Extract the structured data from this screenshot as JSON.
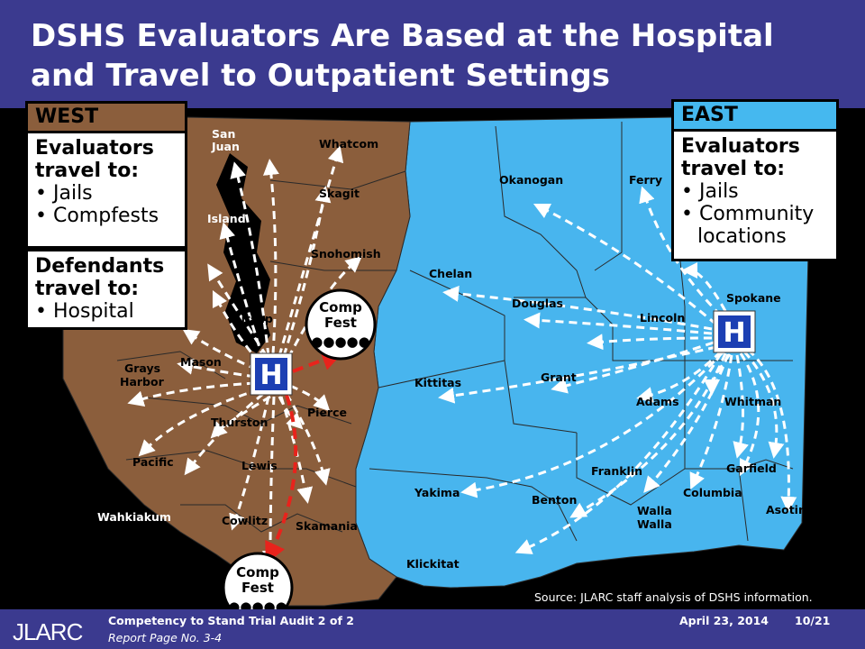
{
  "title": "DSHS Evaluators Are Based at the Hospital and Travel to Outpatient Settings",
  "west": {
    "label": "WEST",
    "heading": "Evaluators travel to:",
    "items": [
      "Jails",
      "Compfests"
    ],
    "defendants_heading": "Defendants travel to:",
    "defendants_items": [
      "Hospital"
    ],
    "color": "#8b5e3c"
  },
  "east": {
    "label": "EAST",
    "heading": "Evaluators travel to:",
    "items": [
      "Jails",
      "Community locations"
    ],
    "color": "#45b8ef"
  },
  "hospital_icon_letter": "H",
  "compfest_label_top": "Comp",
  "compfest_label_bottom": "Fest",
  "counties_west": [
    "San Juan",
    "Whatcom",
    "Skagit",
    "Island",
    "Snohomish",
    "Kitsap",
    "Mason",
    "Grays Harbor",
    "Thurston",
    "Pierce",
    "Pacific",
    "Lewis",
    "Wahkiakum",
    "Cowlitz",
    "Skamania"
  ],
  "counties_east": [
    "Okanogan",
    "Ferry",
    "Chelan",
    "Douglas",
    "Lincoln",
    "Spokane",
    "Kittitas",
    "Grant",
    "Adams",
    "Whitman",
    "Franklin",
    "Garfield",
    "Yakima",
    "Benton",
    "Columbia",
    "Asotin",
    "Walla Walla",
    "Klickitat"
  ],
  "source_note": "Source: JLARC staff analysis of DSHS information.",
  "footer": {
    "logo": "JLARC",
    "title": "Competency to Stand Trial Audit 2 of 2",
    "subtitle": "Report Page No. 3-4",
    "date": "April 23, 2014",
    "page": "10/21"
  }
}
